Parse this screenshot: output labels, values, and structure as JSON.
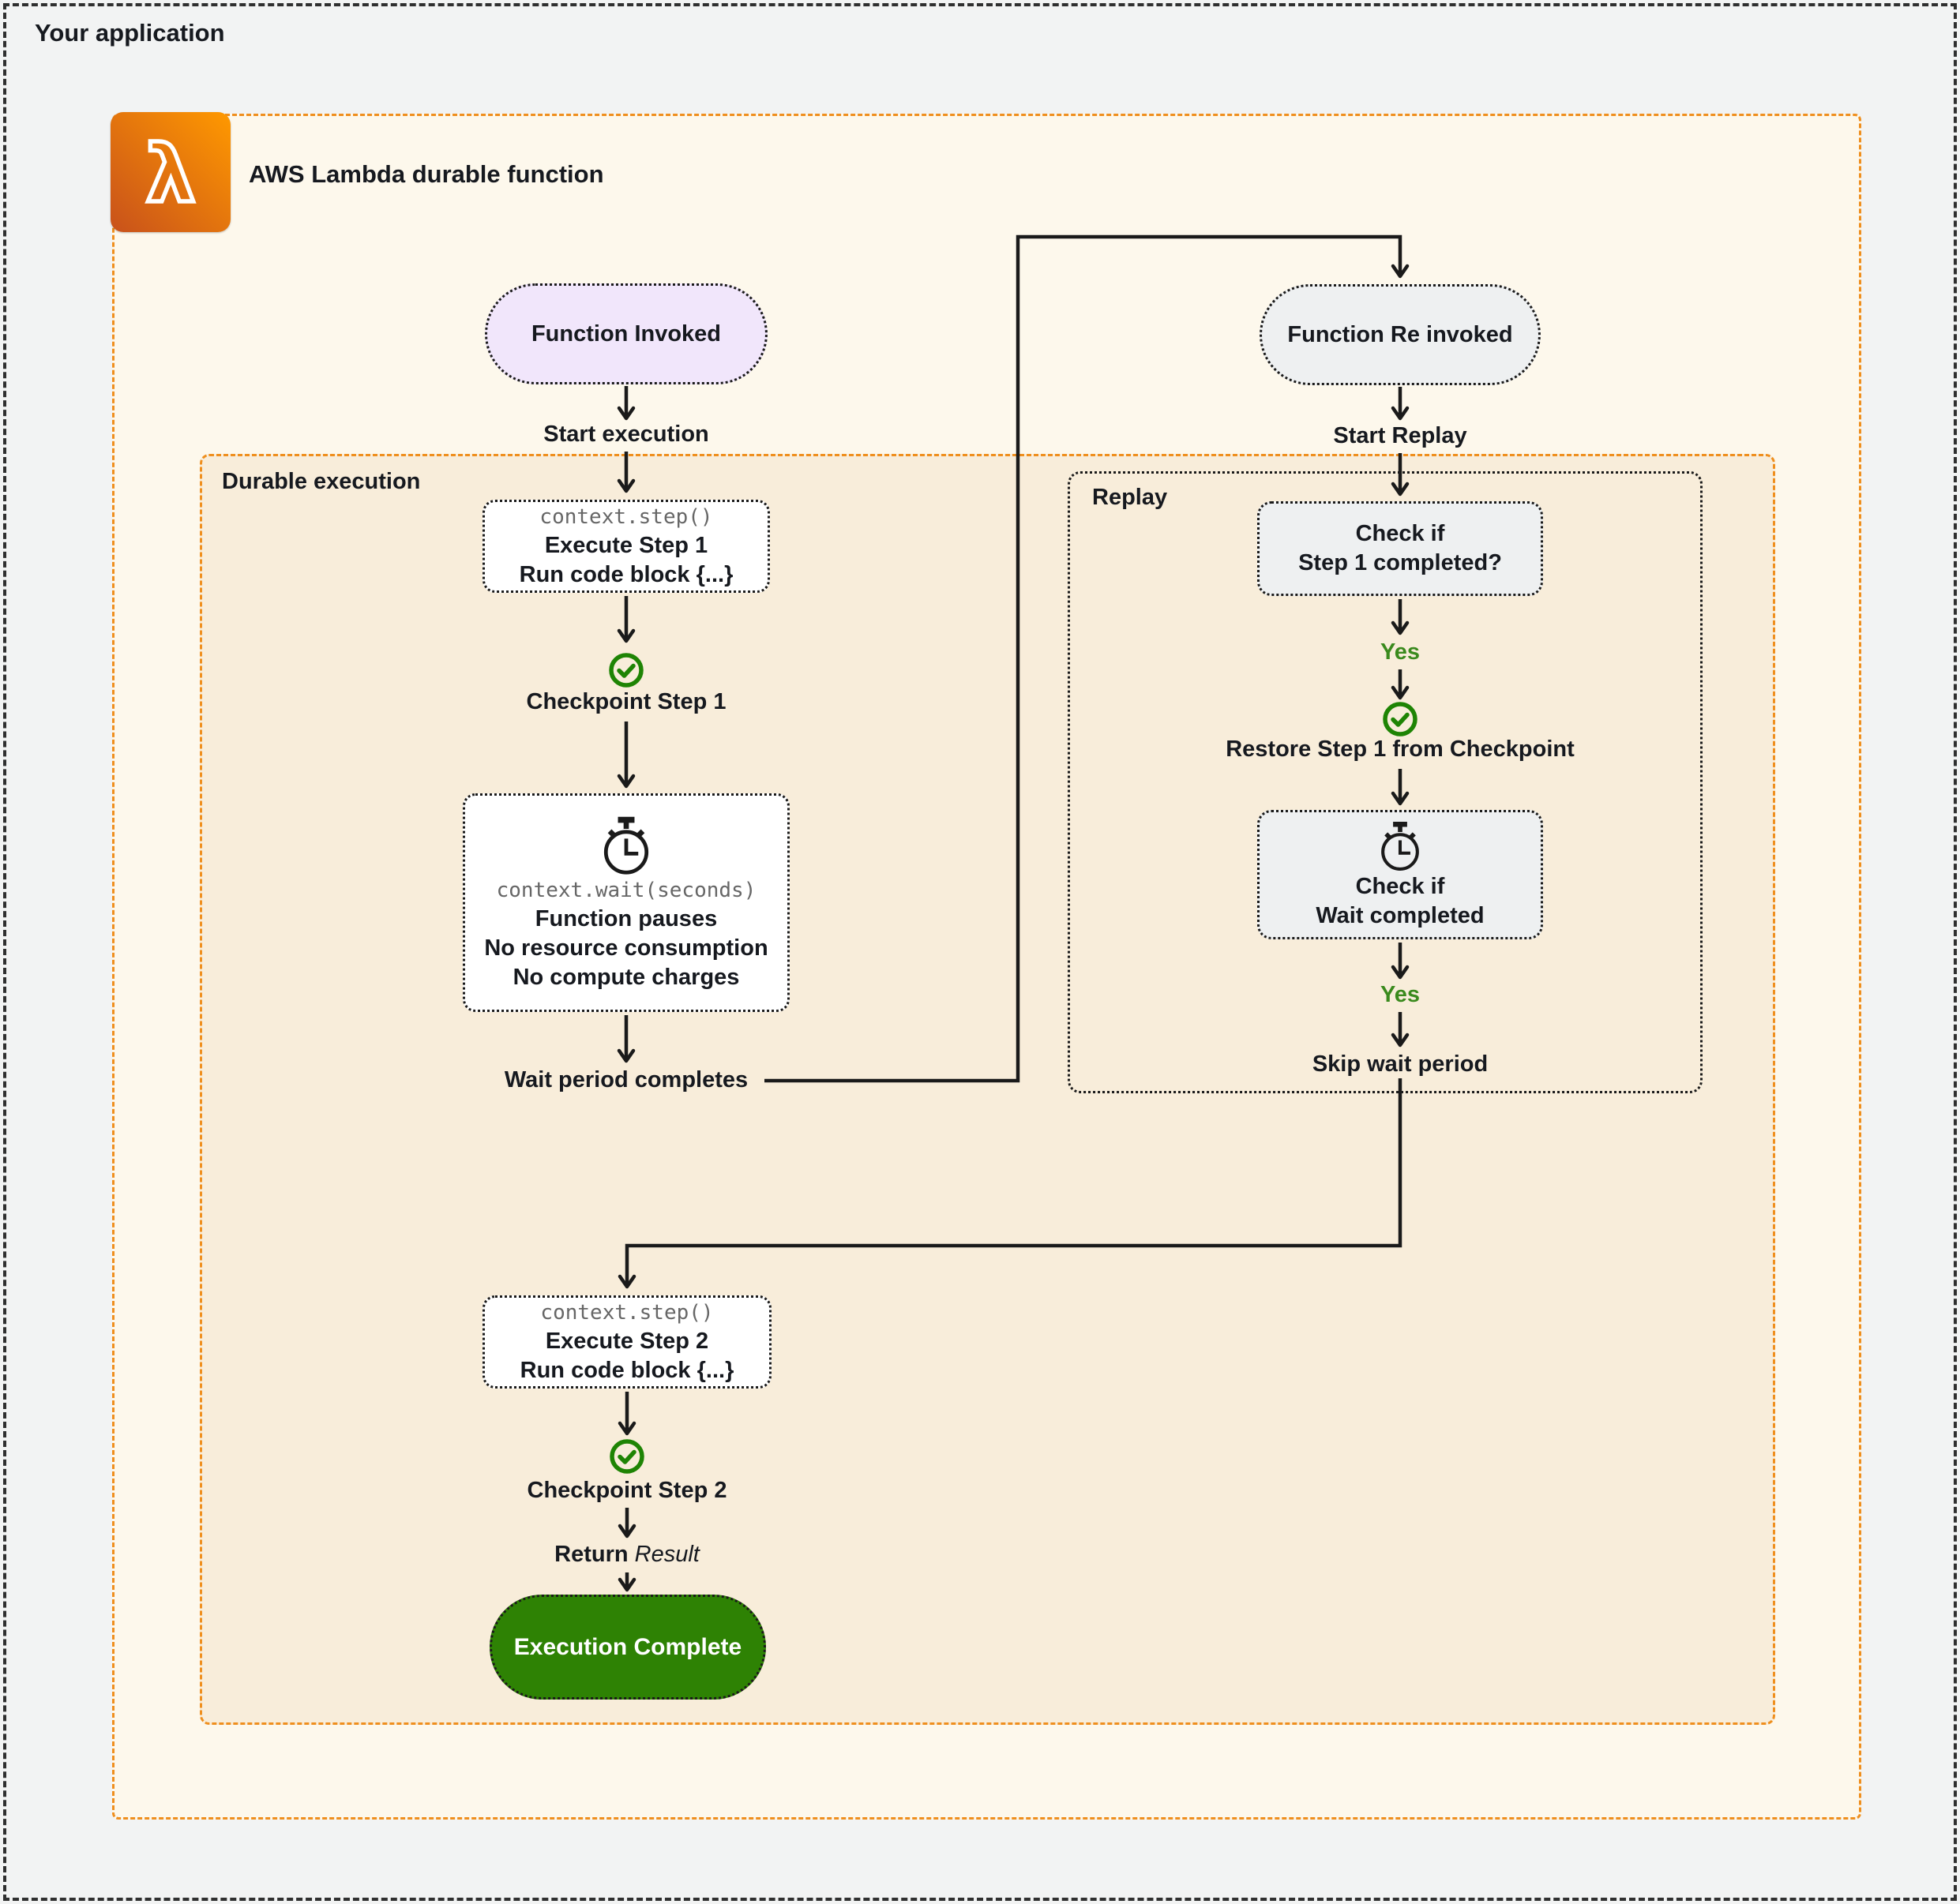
{
  "app": {
    "title": "Your application"
  },
  "card": {
    "title": "AWS Lambda durable function",
    "icon": "aws-lambda-icon"
  },
  "regions": {
    "durable": {
      "label": "Durable execution"
    },
    "replay": {
      "label": "Replay"
    }
  },
  "nodes": {
    "function_invoked": {
      "label": "Function Invoked"
    },
    "start_execution": {
      "label": "Start execution"
    },
    "step1": {
      "code": "context.step()",
      "line1": "Execute Step 1",
      "line2": "Run code block {...}"
    },
    "checkpoint1": {
      "label": "Checkpoint Step 1"
    },
    "wait": {
      "code": "context.wait(seconds)",
      "line1": "Function pauses",
      "line2": "No resource consumption",
      "line3": "No compute charges"
    },
    "wait_completes": {
      "label": "Wait period completes"
    },
    "function_reinvoked": {
      "label": "Function Re invoked"
    },
    "start_replay": {
      "label": "Start Replay"
    },
    "check_step1": {
      "line1": "Check if",
      "line2": "Step 1 completed?"
    },
    "yes1": {
      "label": "Yes"
    },
    "restore": {
      "label": "Restore Step 1 from Checkpoint"
    },
    "check_wait": {
      "line1": "Check if",
      "line2": "Wait completed"
    },
    "yes2": {
      "label": "Yes"
    },
    "skip_wait": {
      "label": "Skip wait period"
    },
    "step2": {
      "code": "context.step()",
      "line1": "Execute Step 2",
      "line2": "Run code block {...}"
    },
    "checkpoint2": {
      "label": "Checkpoint Step 2"
    },
    "return_result": {
      "prefix": "Return",
      "result": "Result"
    },
    "complete": {
      "label": "Execution Complete"
    }
  },
  "icons": {
    "checkmark": "checkmark-circle-icon",
    "stopwatch": "stopwatch-icon",
    "lambda_glyph": "λ"
  },
  "colors": {
    "page_bg": "#f2f3f3",
    "outer_border": "#2f2f2f",
    "card_bg": "#fdf8ec",
    "accent_orange": "#ef8f1e",
    "region_bg": "#f8edda",
    "node_border": "#1a1a1a",
    "purple_node": "#f1e6fb",
    "gray_node": "#eef0f1",
    "white_node": "#ffffff",
    "success_green": "#2e8204",
    "check_green": "#1e8404",
    "yes_green": "#3a8a1d",
    "code_gray": "#666666",
    "text": "#16191f",
    "lambda_grad_start": "#c8511b",
    "lambda_grad_end": "#ff9900"
  }
}
